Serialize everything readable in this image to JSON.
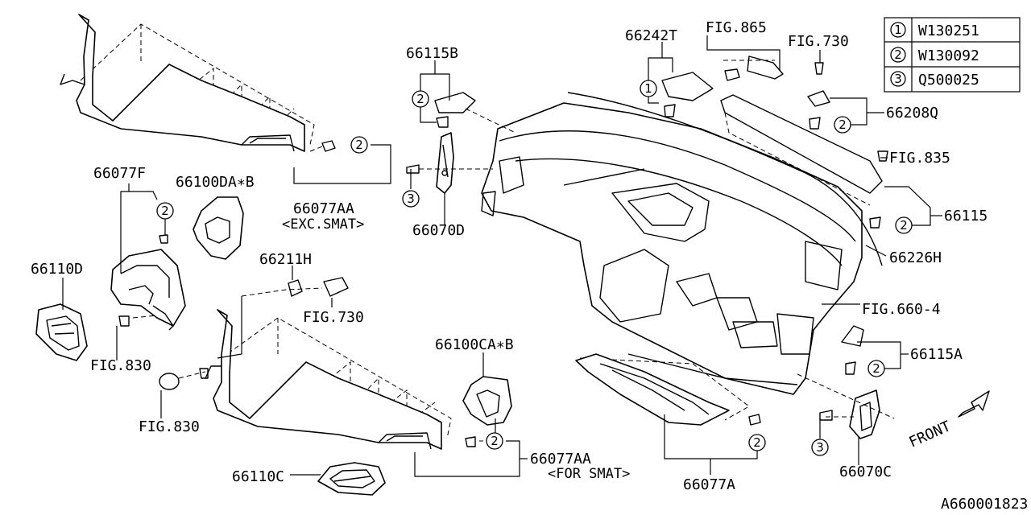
{
  "legend": [
    {
      "marker": "1",
      "code": "W130251"
    },
    {
      "marker": "2",
      "code": "W130092"
    },
    {
      "marker": "3",
      "code": "Q500025"
    }
  ],
  "labels": {
    "p66242T": "66242T",
    "fig865": "FIG.865",
    "fig730_top": "FIG.730",
    "p66115B": "66115B",
    "p66208Q": "66208Q",
    "fig835": "FIG.835",
    "p66115": "66115",
    "p66226H": "66226H",
    "p66077F": "66077F",
    "p66100DAB": "66100DA∗B",
    "p66077AA_top": "66077AA",
    "exc_smat": "<EXC.SMAT>",
    "p66070D": "66070D",
    "p66110D": "66110D",
    "p66211H": "66211H",
    "fig730_mid": "FIG.730",
    "fig830_a": "FIG.830",
    "fig830_b": "FIG.830",
    "fig660_4": "FIG.660-4",
    "p66115A": "66115A",
    "p66100CAB": "66100CA∗B",
    "p66077AA_bot": "66077AA",
    "for_smat": "<FOR SMAT>",
    "p66077A": "66077A",
    "p66070C": "66070C",
    "p66110C": "66110C",
    "front": "FRONT",
    "diagram_id": "A660001823"
  },
  "markers": {
    "m1_66242T": "1",
    "m2_66115B": "2",
    "m2_66208Q": "2",
    "m2_66115": "2",
    "m2_66077AA_top": "2",
    "m3_66070D": "3",
    "m2_66077F": "2",
    "m2_66115A": "2",
    "m2_66077AA_bot": "2",
    "m2_66077A": "2",
    "m3_66070C": "3"
  }
}
